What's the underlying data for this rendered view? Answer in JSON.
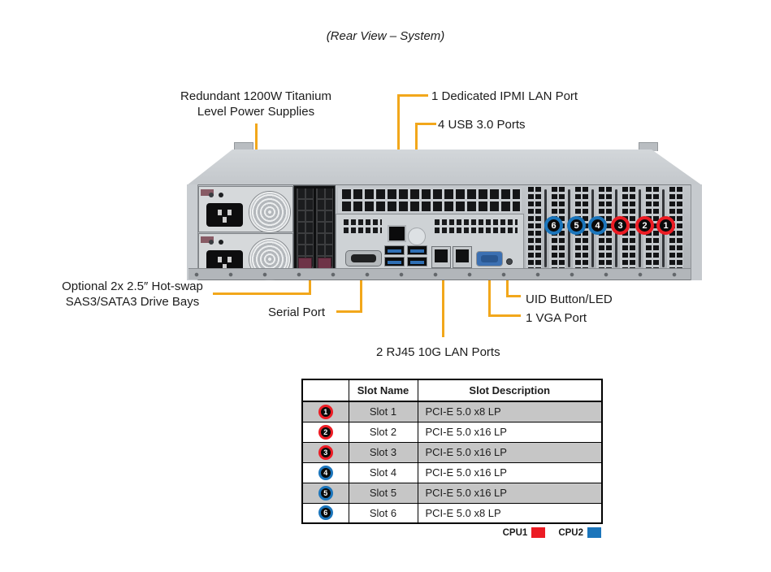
{
  "title": "(Rear View – System)",
  "callouts": {
    "power_supplies": {
      "line1": "Redundant 1200W Titanium",
      "line2": "Level Power Supplies"
    },
    "ipmi": "1 Dedicated IPMI LAN Port",
    "usb": "4 USB 3.0 Ports",
    "drive_bays": {
      "line1": "Optional 2x 2.5″ Hot-swap",
      "line2": "SAS3/SATA3 Drive Bays"
    },
    "serial": "Serial Port",
    "lan": "2 RJ45 10G LAN Ports",
    "uid": "UID Button/LED",
    "vga": "1 VGA Port"
  },
  "chassis": {
    "slot_markers": [
      {
        "num": "6",
        "cpu": "CPU2"
      },
      {
        "num": "5",
        "cpu": "CPU2"
      },
      {
        "num": "4",
        "cpu": "CPU2"
      },
      {
        "num": "3",
        "cpu": "CPU1"
      },
      {
        "num": "2",
        "cpu": "CPU1"
      },
      {
        "num": "1",
        "cpu": "CPU1"
      }
    ]
  },
  "table": {
    "headers": {
      "slot_name": "Slot Name",
      "slot_description": "Slot Description"
    },
    "rows": [
      {
        "num": "1",
        "name": "Slot 1",
        "desc": "PCI-E 5.0 x8 LP",
        "cpu": "CPU1"
      },
      {
        "num": "2",
        "name": "Slot 2",
        "desc": "PCI-E 5.0 x16 LP",
        "cpu": "CPU1"
      },
      {
        "num": "3",
        "name": "Slot 3",
        "desc": "PCI-E 5.0 x16 LP",
        "cpu": "CPU1"
      },
      {
        "num": "4",
        "name": "Slot 4",
        "desc": "PCI-E 5.0 x16 LP",
        "cpu": "CPU2"
      },
      {
        "num": "5",
        "name": "Slot 5",
        "desc": "PCI-E 5.0 x16 LP",
        "cpu": "CPU2"
      },
      {
        "num": "6",
        "name": "Slot 6",
        "desc": "PCI-E 5.0 x8 LP",
        "cpu": "CPU2"
      }
    ]
  },
  "legend": {
    "cpu1": "CPU1",
    "cpu2": "CPU2"
  },
  "colors": {
    "cpu1_red": "#EC1C24",
    "cpu2_blue": "#1B75BB",
    "callout_line": "#F2A71B",
    "table_row_gray": "#C6C6C6"
  }
}
